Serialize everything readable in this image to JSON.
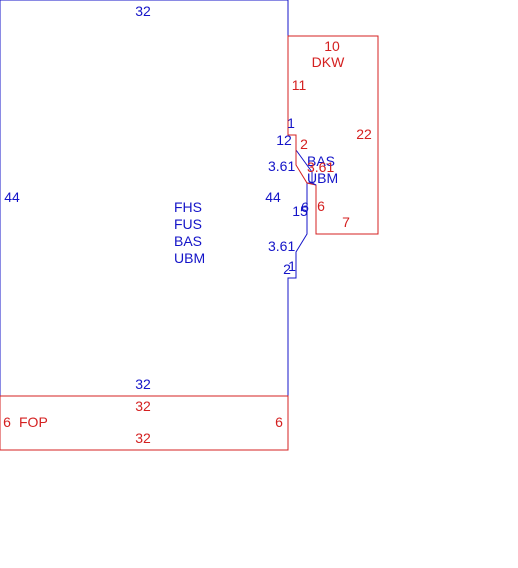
{
  "colors": {
    "main": "#1414c8",
    "accent": "#d42020",
    "background": "#ffffff"
  },
  "main_structure": {
    "codes": [
      "FHS",
      "FUS",
      "BAS",
      "UBM"
    ],
    "top": "32",
    "bottom": "32",
    "left": "44",
    "right": "44"
  },
  "notch": {
    "dims": [
      "1",
      "12",
      "3.61",
      "15",
      "6",
      "3.61",
      "2",
      "1"
    ]
  },
  "porch": {
    "code": "FOP",
    "top": "32",
    "bottom": "32",
    "left": "6",
    "right": "6"
  },
  "deck": {
    "code": "DKW",
    "top": "10",
    "right": "22",
    "bottom": "7",
    "inner_top": "11",
    "inner_small": "2",
    "inner_left": "6"
  },
  "addition": {
    "codes": [
      "BAS",
      "UBM"
    ],
    "dim": "3.61"
  }
}
